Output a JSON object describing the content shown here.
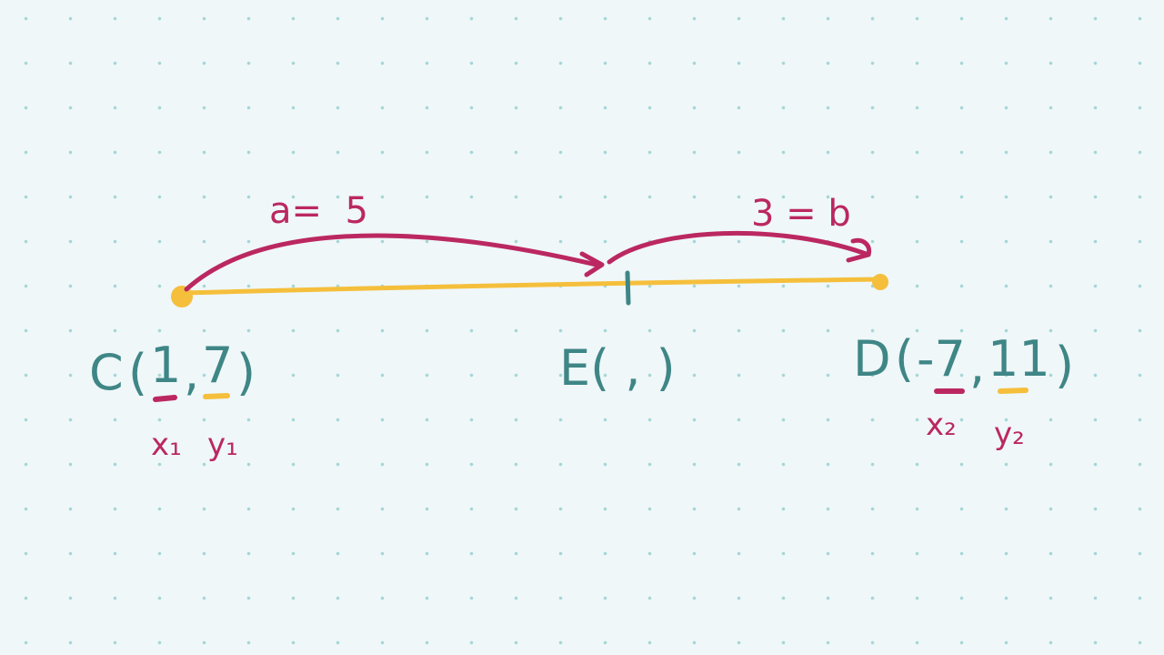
{
  "colors": {
    "background": "#eff7f9",
    "grid_dot": "#a6d6d6",
    "segment": "#f5bf3c",
    "arcs": "#bb2861",
    "points": "#3f8686"
  },
  "labels": {
    "ratio_a": "a=  5",
    "ratio_b": "3 = b",
    "point_c": {
      "name": "C",
      "open": "(",
      "x": "1",
      "sep": ",",
      "y": "7",
      "close": ")"
    },
    "point_e": {
      "text": "E( , )"
    },
    "point_d": {
      "name": "D",
      "open": "(",
      "x": "-7",
      "sep": ",",
      "y": "11",
      "close": ")"
    },
    "c_x_sub": "x₁",
    "c_y_sub": "y₁",
    "d_x_sub": "x₂",
    "d_y_sub": "y₂"
  }
}
